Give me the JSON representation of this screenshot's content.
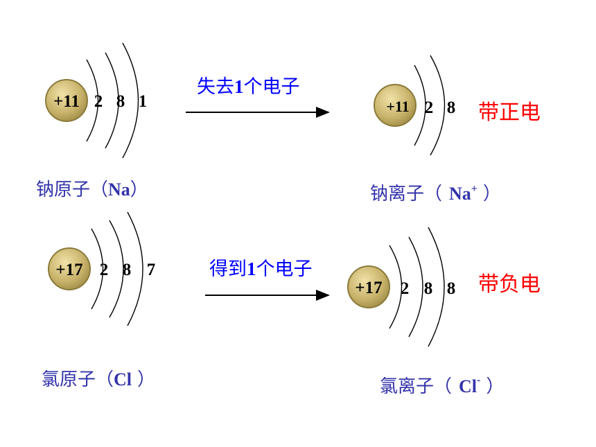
{
  "colors": {
    "nucleus_fill": "#c8b26a",
    "nucleus_stroke": "#8a7a3a",
    "arrow_text": "#0000ff",
    "charge_text": "#ff0000",
    "caption_text": "#3333aa"
  },
  "sodium_atom": {
    "nucleus": "+11",
    "shells": [
      "2",
      "8",
      "1"
    ],
    "caption_name": "钠原子（",
    "caption_symbol": "Na",
    "caption_close": "）"
  },
  "sodium_process": {
    "prefix": "失去",
    "number": "1",
    "suffix": "个电子"
  },
  "sodium_ion": {
    "nucleus": "+11",
    "shells": [
      "2",
      "8"
    ],
    "charge": "带正电",
    "caption_name": "钠离子（",
    "caption_symbol": "Na",
    "caption_sup": "+",
    "caption_close": "）"
  },
  "chlorine_atom": {
    "nucleus": "+17",
    "shells": [
      "2",
      "8",
      "7"
    ],
    "caption_name": "氯原子（",
    "caption_symbol": "Cl",
    "caption_close": "）"
  },
  "chlorine_process": {
    "prefix": "得到",
    "number": "1",
    "suffix": "个电子"
  },
  "chlorine_ion": {
    "nucleus": "+17",
    "shells": [
      "2",
      "8",
      "8"
    ],
    "charge": "带负电",
    "caption_name": "氯离子（",
    "caption_symbol": "Cl",
    "caption_sup": "-",
    "caption_close": "）"
  }
}
